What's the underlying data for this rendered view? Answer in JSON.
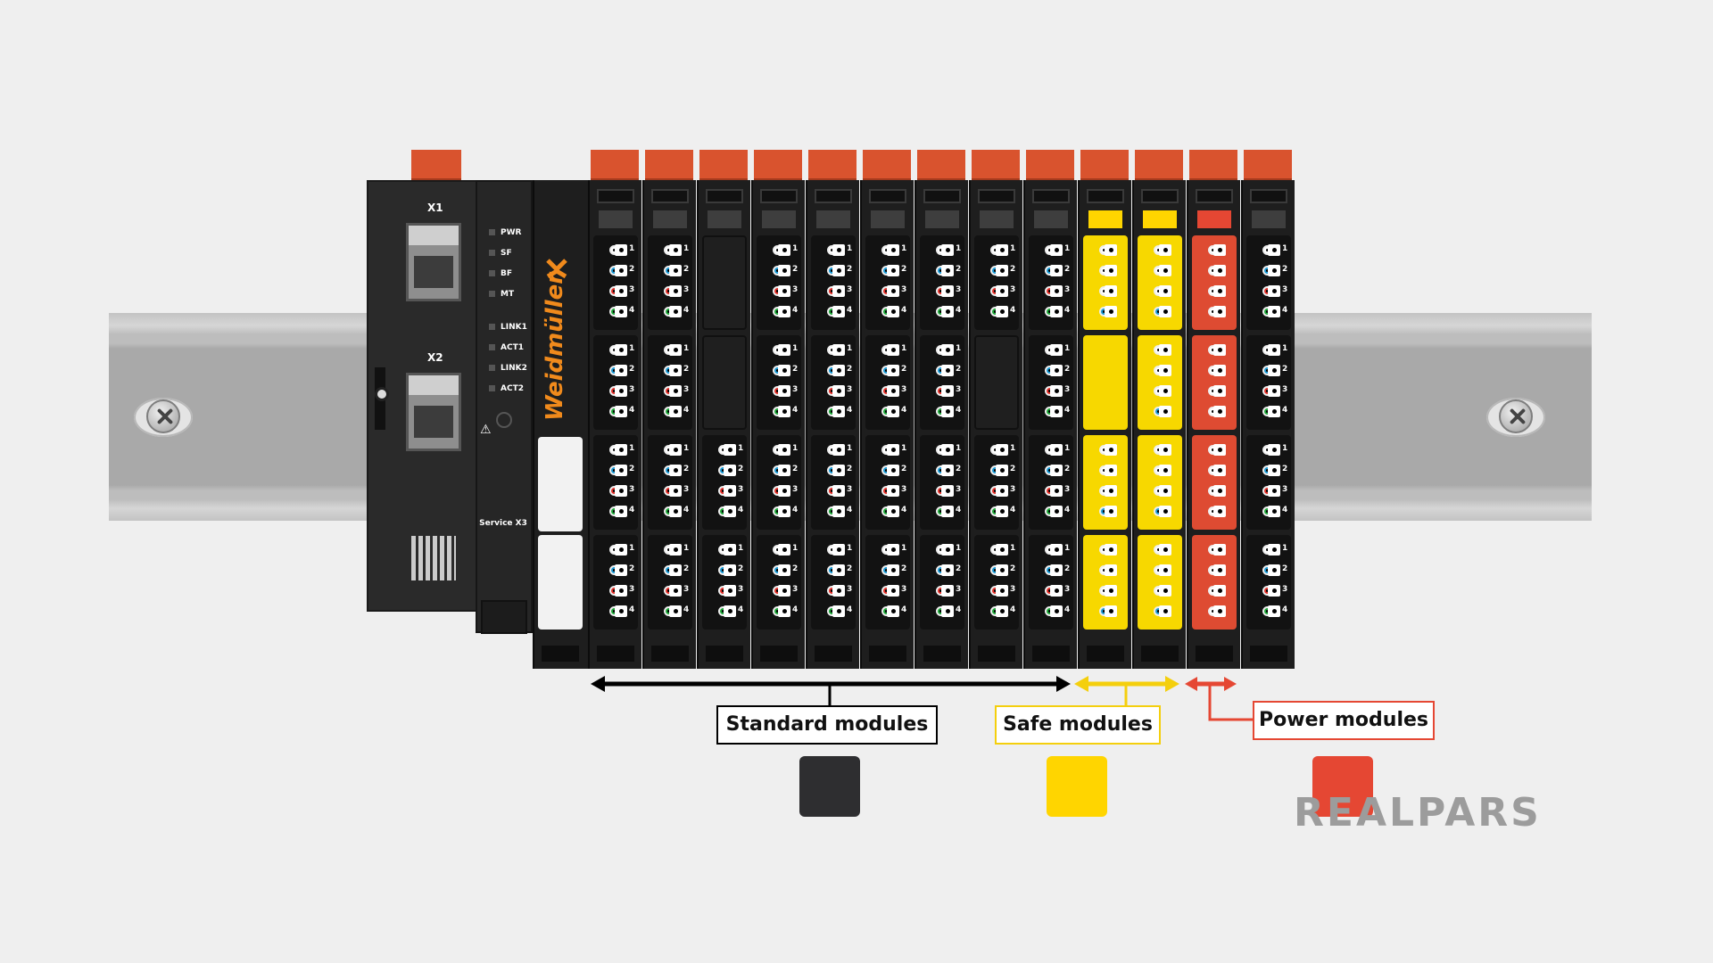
{
  "cpu": {
    "ports": [
      "X1",
      "X2"
    ],
    "leds": [
      "PWR",
      "SF",
      "BF",
      "MT",
      "LINK1",
      "ACT1",
      "LINK2",
      "ACT2"
    ],
    "brand": "Weidmüller",
    "service_label": "Service X3"
  },
  "modules": [
    {
      "type": "standard",
      "blocks": [
        "io",
        "io",
        "io",
        "io"
      ]
    },
    {
      "type": "standard",
      "blocks": [
        "io",
        "io",
        "io",
        "io"
      ]
    },
    {
      "type": "standard",
      "blocks": [
        "blank",
        "blank",
        "io",
        "io"
      ]
    },
    {
      "type": "standard",
      "blocks": [
        "io",
        "io",
        "io",
        "io"
      ]
    },
    {
      "type": "standard",
      "blocks": [
        "io",
        "io",
        "io",
        "io"
      ]
    },
    {
      "type": "standard",
      "blocks": [
        "io",
        "io",
        "io",
        "io"
      ]
    },
    {
      "type": "standard",
      "blocks": [
        "io",
        "io",
        "io",
        "io"
      ]
    },
    {
      "type": "standard",
      "blocks": [
        "io",
        "blank",
        "io",
        "io"
      ]
    },
    {
      "type": "standard",
      "blocks": [
        "io",
        "io",
        "io",
        "io"
      ]
    },
    {
      "type": "safe",
      "blocks": [
        "io",
        "blank",
        "io",
        "io"
      ]
    },
    {
      "type": "safe",
      "blocks": [
        "io",
        "io",
        "io",
        "io"
      ]
    },
    {
      "type": "power",
      "blocks": [
        "io",
        "io",
        "io",
        "io"
      ]
    },
    {
      "type": "standard",
      "blocks": [
        "io",
        "io",
        "io",
        "io"
      ]
    }
  ],
  "pin_numbers": [
    "1",
    "2",
    "3",
    "4"
  ],
  "legend": {
    "standard": {
      "label": "Standard modules",
      "color": "#2e2e30"
    },
    "safe": {
      "label": "Safe modules",
      "color": "#ffd500"
    },
    "power": {
      "label": "Power modules",
      "color": "#e54733"
    }
  },
  "watermark": "REALPARS"
}
